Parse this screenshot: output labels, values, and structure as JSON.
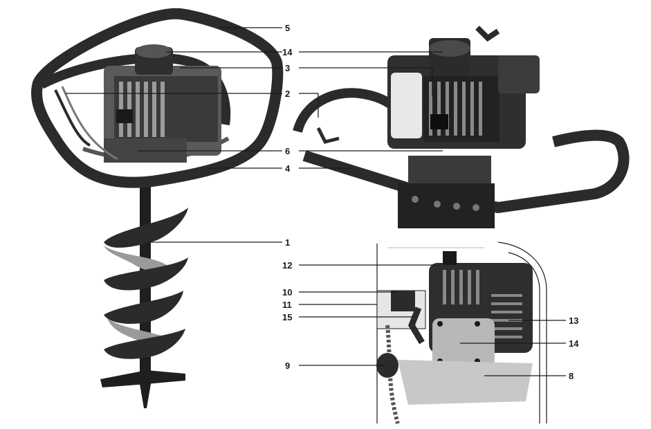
{
  "figure": {
    "views": [
      {
        "name": "auger-front-view"
      },
      {
        "name": "powerhead-rear-view"
      },
      {
        "name": "engine-detail-view"
      }
    ],
    "callouts": [
      {
        "id": "c5",
        "number": "5"
      },
      {
        "id": "c14a",
        "number": "14"
      },
      {
        "id": "c3",
        "number": "3"
      },
      {
        "id": "c2",
        "number": "2"
      },
      {
        "id": "c6",
        "number": "6"
      },
      {
        "id": "c4",
        "number": "4"
      },
      {
        "id": "c1",
        "number": "1"
      },
      {
        "id": "c12",
        "number": "12"
      },
      {
        "id": "c10",
        "number": "10"
      },
      {
        "id": "c11",
        "number": "11"
      },
      {
        "id": "c15",
        "number": "15"
      },
      {
        "id": "c13",
        "number": "13"
      },
      {
        "id": "c14b",
        "number": "14"
      },
      {
        "id": "c9",
        "number": "9"
      },
      {
        "id": "c8",
        "number": "8"
      }
    ],
    "colors": {
      "ink": "#1a1a1a",
      "dark": "#2b2b2b",
      "mid": "#6e6e6e",
      "light": "#bdbdbd",
      "pale": "#e2e2e2",
      "background": "#ffffff"
    }
  }
}
